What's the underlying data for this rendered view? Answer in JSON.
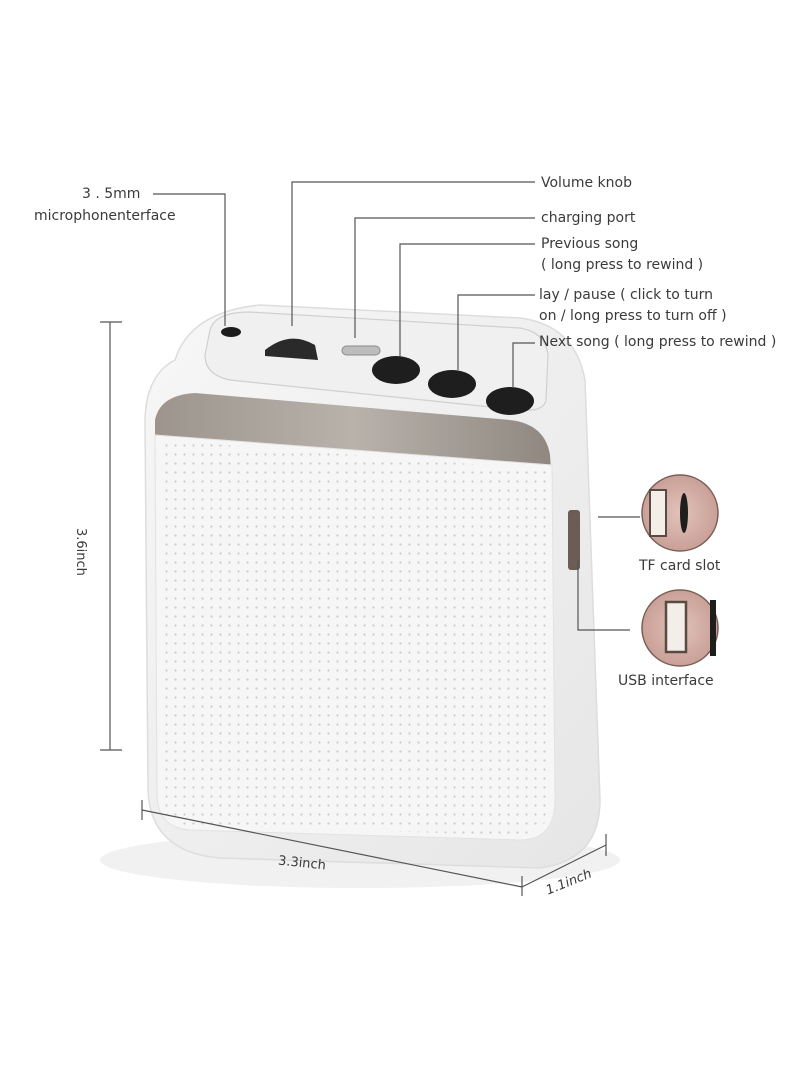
{
  "diagram": {
    "subject": "Portable voice amplifier speaker",
    "callouts": {
      "mic_jack": {
        "line1": "3 . 5mm",
        "line2": "microphonenterface"
      },
      "volume_knob": "Volume knob",
      "charging_port": "charging port",
      "previous_song": {
        "line1": "Previous song",
        "line2": "( long press to rewind )"
      },
      "play_pause": {
        "line1": "lay / pause ( click to turn",
        "line2": "on / long press to turn off )"
      },
      "next_song": "Next song ( long press to rewind )",
      "tf_card_slot": "TF card slot",
      "usb_interface": "USB interface"
    },
    "dimensions": {
      "height": "3.6inch",
      "width": "3.3inch",
      "depth": "1.1inch"
    },
    "colors": {
      "body": "#f4f4f4",
      "grille_band": "#a39a92",
      "buttons": "#1e1e1e",
      "inset_port": "#d8b3aa",
      "leader_lines": "#555555"
    }
  }
}
